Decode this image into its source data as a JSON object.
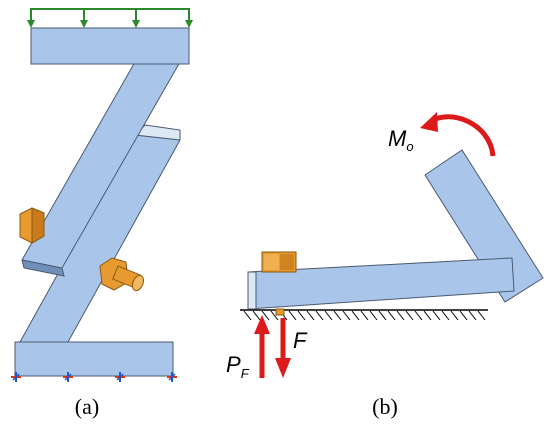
{
  "panel_a": {
    "caption": "(a)"
  },
  "panel_b": {
    "caption": "(b)",
    "moment_label": "M",
    "moment_subscript": "o",
    "force_label": "F",
    "preload_label": "P",
    "preload_subscript": "F"
  },
  "colors": {
    "plate_fill": "#a9c6ea",
    "plate_edge": "#4a5a70",
    "bolt_fill": "#e69a30",
    "load_arrow": "#2a8a2a",
    "force_arrow": "#dd1a1a",
    "support_blue": "#2255cc",
    "support_red": "#dd3311"
  },
  "icons": {
    "distributed_load": "down-arrow-icon",
    "fixed_support": "cross-support-icon",
    "moment": "curved-arrow-icon",
    "ground": "hatched-ground-icon"
  }
}
